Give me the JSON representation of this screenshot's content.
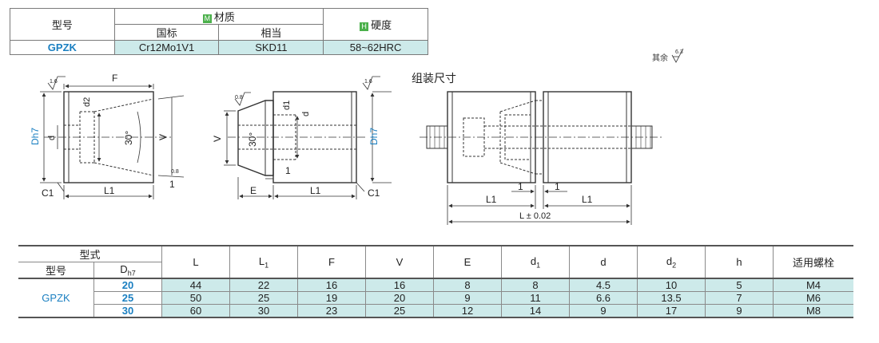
{
  "material_table": {
    "model_header": "型号",
    "material_header": "材质",
    "material_badge": "M",
    "hardness_badge": "H",
    "hardness_header": "硬度",
    "gb_header": "国标",
    "equiv_header": "相当",
    "model": "GPZK",
    "gb_value": "Cr12Mo1V1",
    "equiv_value": "SKD11",
    "hardness_value": "58~62HRC"
  },
  "surface_note": "其余",
  "surface_roughness": "6.3",
  "assembly_title": "组装尺寸",
  "drawing_labels": {
    "F": "F",
    "d2": "d2",
    "d": "d",
    "angle": "30°",
    "V": "V",
    "Dh7": "Dh7",
    "C1": "C1",
    "L1": "L1",
    "one": "1",
    "E": "E",
    "d1": "d1",
    "L_tol": "L ± 0.02",
    "r16": "1.6",
    "r08": "0.8"
  },
  "dim_table": {
    "type_header": "型式",
    "model_header": "型号",
    "d_header": "Dh7",
    "columns": [
      "L",
      "L1",
      "F",
      "V",
      "E",
      "d1",
      "d",
      "d2",
      "h",
      "适用螺栓"
    ],
    "model": "GPZK",
    "rows": [
      {
        "D": "20",
        "values": [
          "44",
          "22",
          "16",
          "16",
          "8",
          "8",
          "4.5",
          "10",
          "5",
          "M4"
        ]
      },
      {
        "D": "25",
        "values": [
          "50",
          "25",
          "19",
          "20",
          "9",
          "11",
          "6.6",
          "13.5",
          "7",
          "M6"
        ]
      },
      {
        "D": "30",
        "values": [
          "60",
          "30",
          "23",
          "25",
          "12",
          "14",
          "9",
          "17",
          "9",
          "M8"
        ]
      }
    ]
  }
}
